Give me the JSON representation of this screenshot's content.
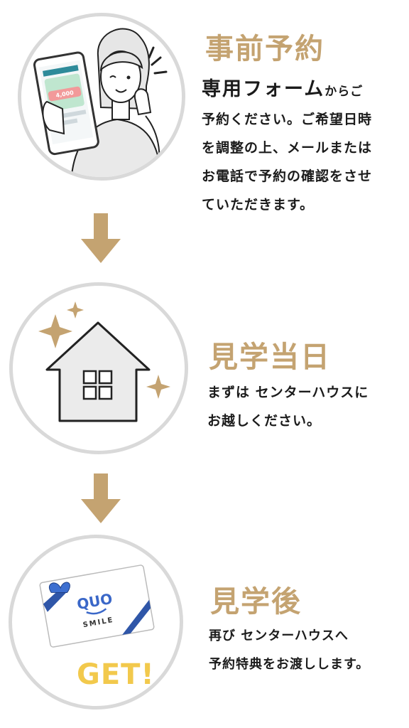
{
  "colors": {
    "accent": "#c4a371",
    "get": "#f2c94c",
    "circle_border": "#d9d9d9"
  },
  "steps": [
    {
      "title": "事前予約",
      "lead_strong": "専用フォーム",
      "lead_tail": "からご",
      "lines": [
        "予約ください。ご希望日時",
        "を調整の上、メールまたは",
        "お電話で予約の確認をさせ",
        "ていただきます。"
      ]
    },
    {
      "title": "見学当日",
      "lines": [
        "まずは センターハウスに",
        "お越しください。"
      ]
    },
    {
      "title": "見学後",
      "lines": [
        "再び センターハウスへ",
        "予約特典をお渡しします。"
      ]
    }
  ],
  "illustrations": {
    "phone_amount": "4,000",
    "card_brand": "QUO",
    "card_sub": "SMILE",
    "get_text": "GET!"
  }
}
